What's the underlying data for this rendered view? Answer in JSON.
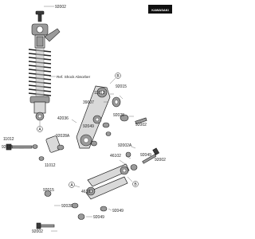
{
  "brand": {
    "logo_text": "KAWASAKI"
  },
  "part_numbers": {
    "top_bolt": "92002",
    "ref_note": "Ref. Shock Absorber",
    "collar_right": "92015",
    "bolt_right": "11012",
    "rocker_arm": "39007",
    "pivot_collar": "42036",
    "seal_a": "92028",
    "seal_b": "92049",
    "bushing_right": "92002",
    "washer_left": "92028",
    "sleeve_left": "11012",
    "collar_left": "92028A",
    "bolt_left_lower": "11012",
    "tie_rod_nut": "92002A",
    "tie_rod": "46102",
    "nut_right_lower": "92049",
    "bolt_right_lower": "92002",
    "washer_lower_left": "92015",
    "rod_link": "46100",
    "collar_lower": "92028",
    "seal_lower": "92049",
    "bolt_lower_right": "92049",
    "bolt_bottom": "92002"
  },
  "callouts": {
    "a": "A",
    "b": "B"
  }
}
